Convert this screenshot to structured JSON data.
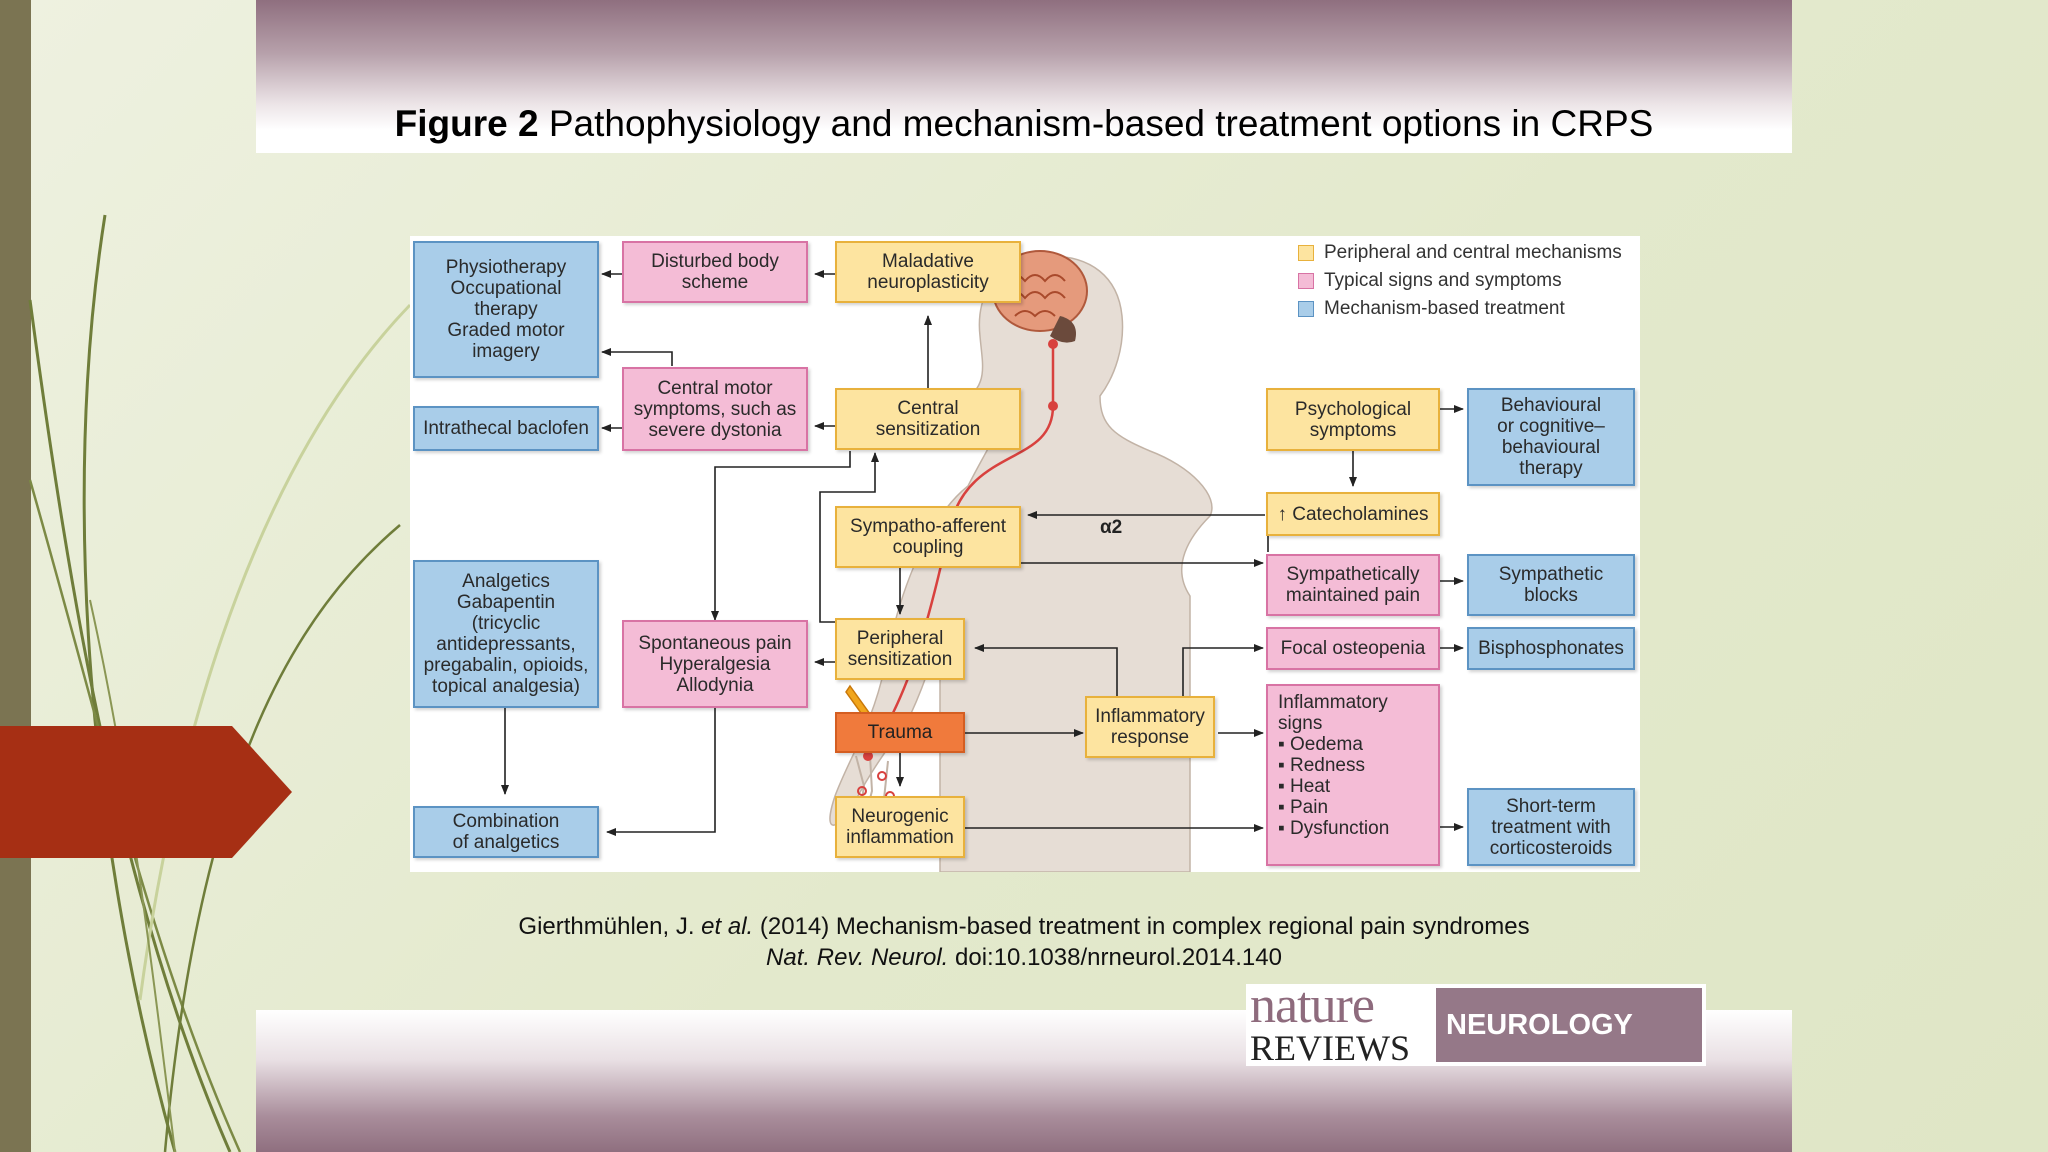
{
  "slide": {
    "title_bold": "Figure 2",
    "title_rest": " Pathophysiology and mechanism-based treatment options in CRPS",
    "citation_author": "Gierthmühlen, J. ",
    "citation_etal": "et al.",
    "citation_rest": " (2014) Mechanism-based treatment in complex regional pain syndromes",
    "citation_journal": "Nat. Rev. Neurol.",
    "citation_doi": " doi:10.1038/nrneurol.2014.140"
  },
  "logo": {
    "nature": "nature",
    "reviews": "REVIEWS",
    "neurology": "NEUROLOGY"
  },
  "legend": [
    {
      "label": "Peripheral and central mechanisms",
      "color": "#fde4a0"
    },
    {
      "label": "Typical signs and symptoms",
      "color": "#f4bcd6"
    },
    {
      "label": "Mechanism-based treatment",
      "color": "#a9cde9"
    }
  ],
  "boxes": {
    "physio": "Physiotherapy\nOccupational\ntherapy\nGraded motor\nimagery",
    "disturbed": "Disturbed body\nscheme",
    "maladaptive": "Maladative\nneuroplasticity",
    "intrathecal": "Intrathecal baclofen",
    "central_motor": "Central motor\nsymptoms, such as\nsevere dystonia",
    "central_sens": "Central\nsensitization",
    "sympatho": "Sympatho-afferent\ncoupling",
    "analgetics": "Analgetics\nGabapentin\n(tricyclic\nantidepressants,\npregabalin, opioids,\ntopical analgesia)",
    "spontaneous": "Spontaneous pain\nHyperalgesia\nAllodynia",
    "peripheral_sens": "Peripheral\nsensitization",
    "trauma": "Trauma",
    "neurogenic": "Neurogenic\ninflammation",
    "combination": "Combination\nof analgetics",
    "inflammatory_resp": "Inflammatory\nresponse",
    "psych": "Psychological\nsymptoms",
    "behavioural": "Behavioural\nor cognitive–\nbehavioural\ntherapy",
    "catecholamines": "↑ Catecholamines",
    "smp": "Sympathetically\nmaintained pain",
    "symp_blocks": "Sympathetic\nblocks",
    "focal": "Focal osteopenia",
    "bisphos": "Bisphosphonates",
    "short_term": "Short-term\ntreatment with\ncorticosteroids",
    "infl_signs_title": "Inflammatory\nsigns",
    "infl_signs_items": [
      "▪ Oedema",
      "▪ Redness",
      "▪ Heat",
      "▪ Pain",
      "▪ Dysfunction"
    ],
    "alpha2": "α2"
  }
}
